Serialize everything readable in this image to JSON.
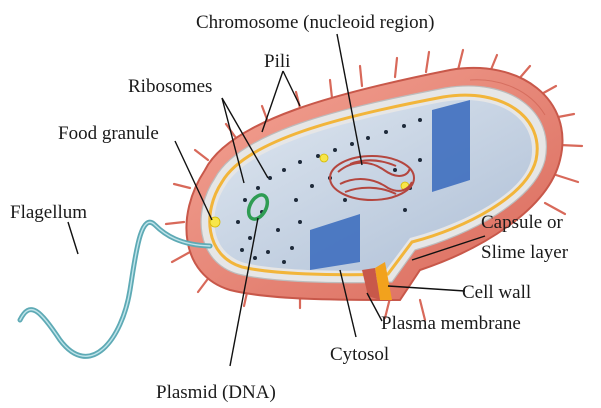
{
  "diagram": {
    "labels": {
      "chromosome": "Chromosome (nucleoid region)",
      "pili": "Pili",
      "ribosomes": "Ribosomes",
      "food_granule": "Food granule",
      "flagellum": "Flagellum",
      "capsule_line1": "Capsule or",
      "capsule_line2": "Slime layer",
      "cell_wall": "Cell wall",
      "plasma_membrane": "Plasma membrane",
      "cytosol": "Cytosol",
      "plasmid": "Plasmid (DNA)"
    },
    "colors": {
      "capsule": "#e98a7a",
      "capsule_edge": "#c8584a",
      "cell_wall": "#d8d8d8",
      "plasma_membrane": "#f2b53a",
      "cytosol": "#c9d6e6",
      "cut_face": "#3f6fbf",
      "chromosome": "#b4463f",
      "plasmid": "#2e9c53",
      "flagellum": "#5eaab5",
      "food_granule": "#f7e64a"
    }
  }
}
